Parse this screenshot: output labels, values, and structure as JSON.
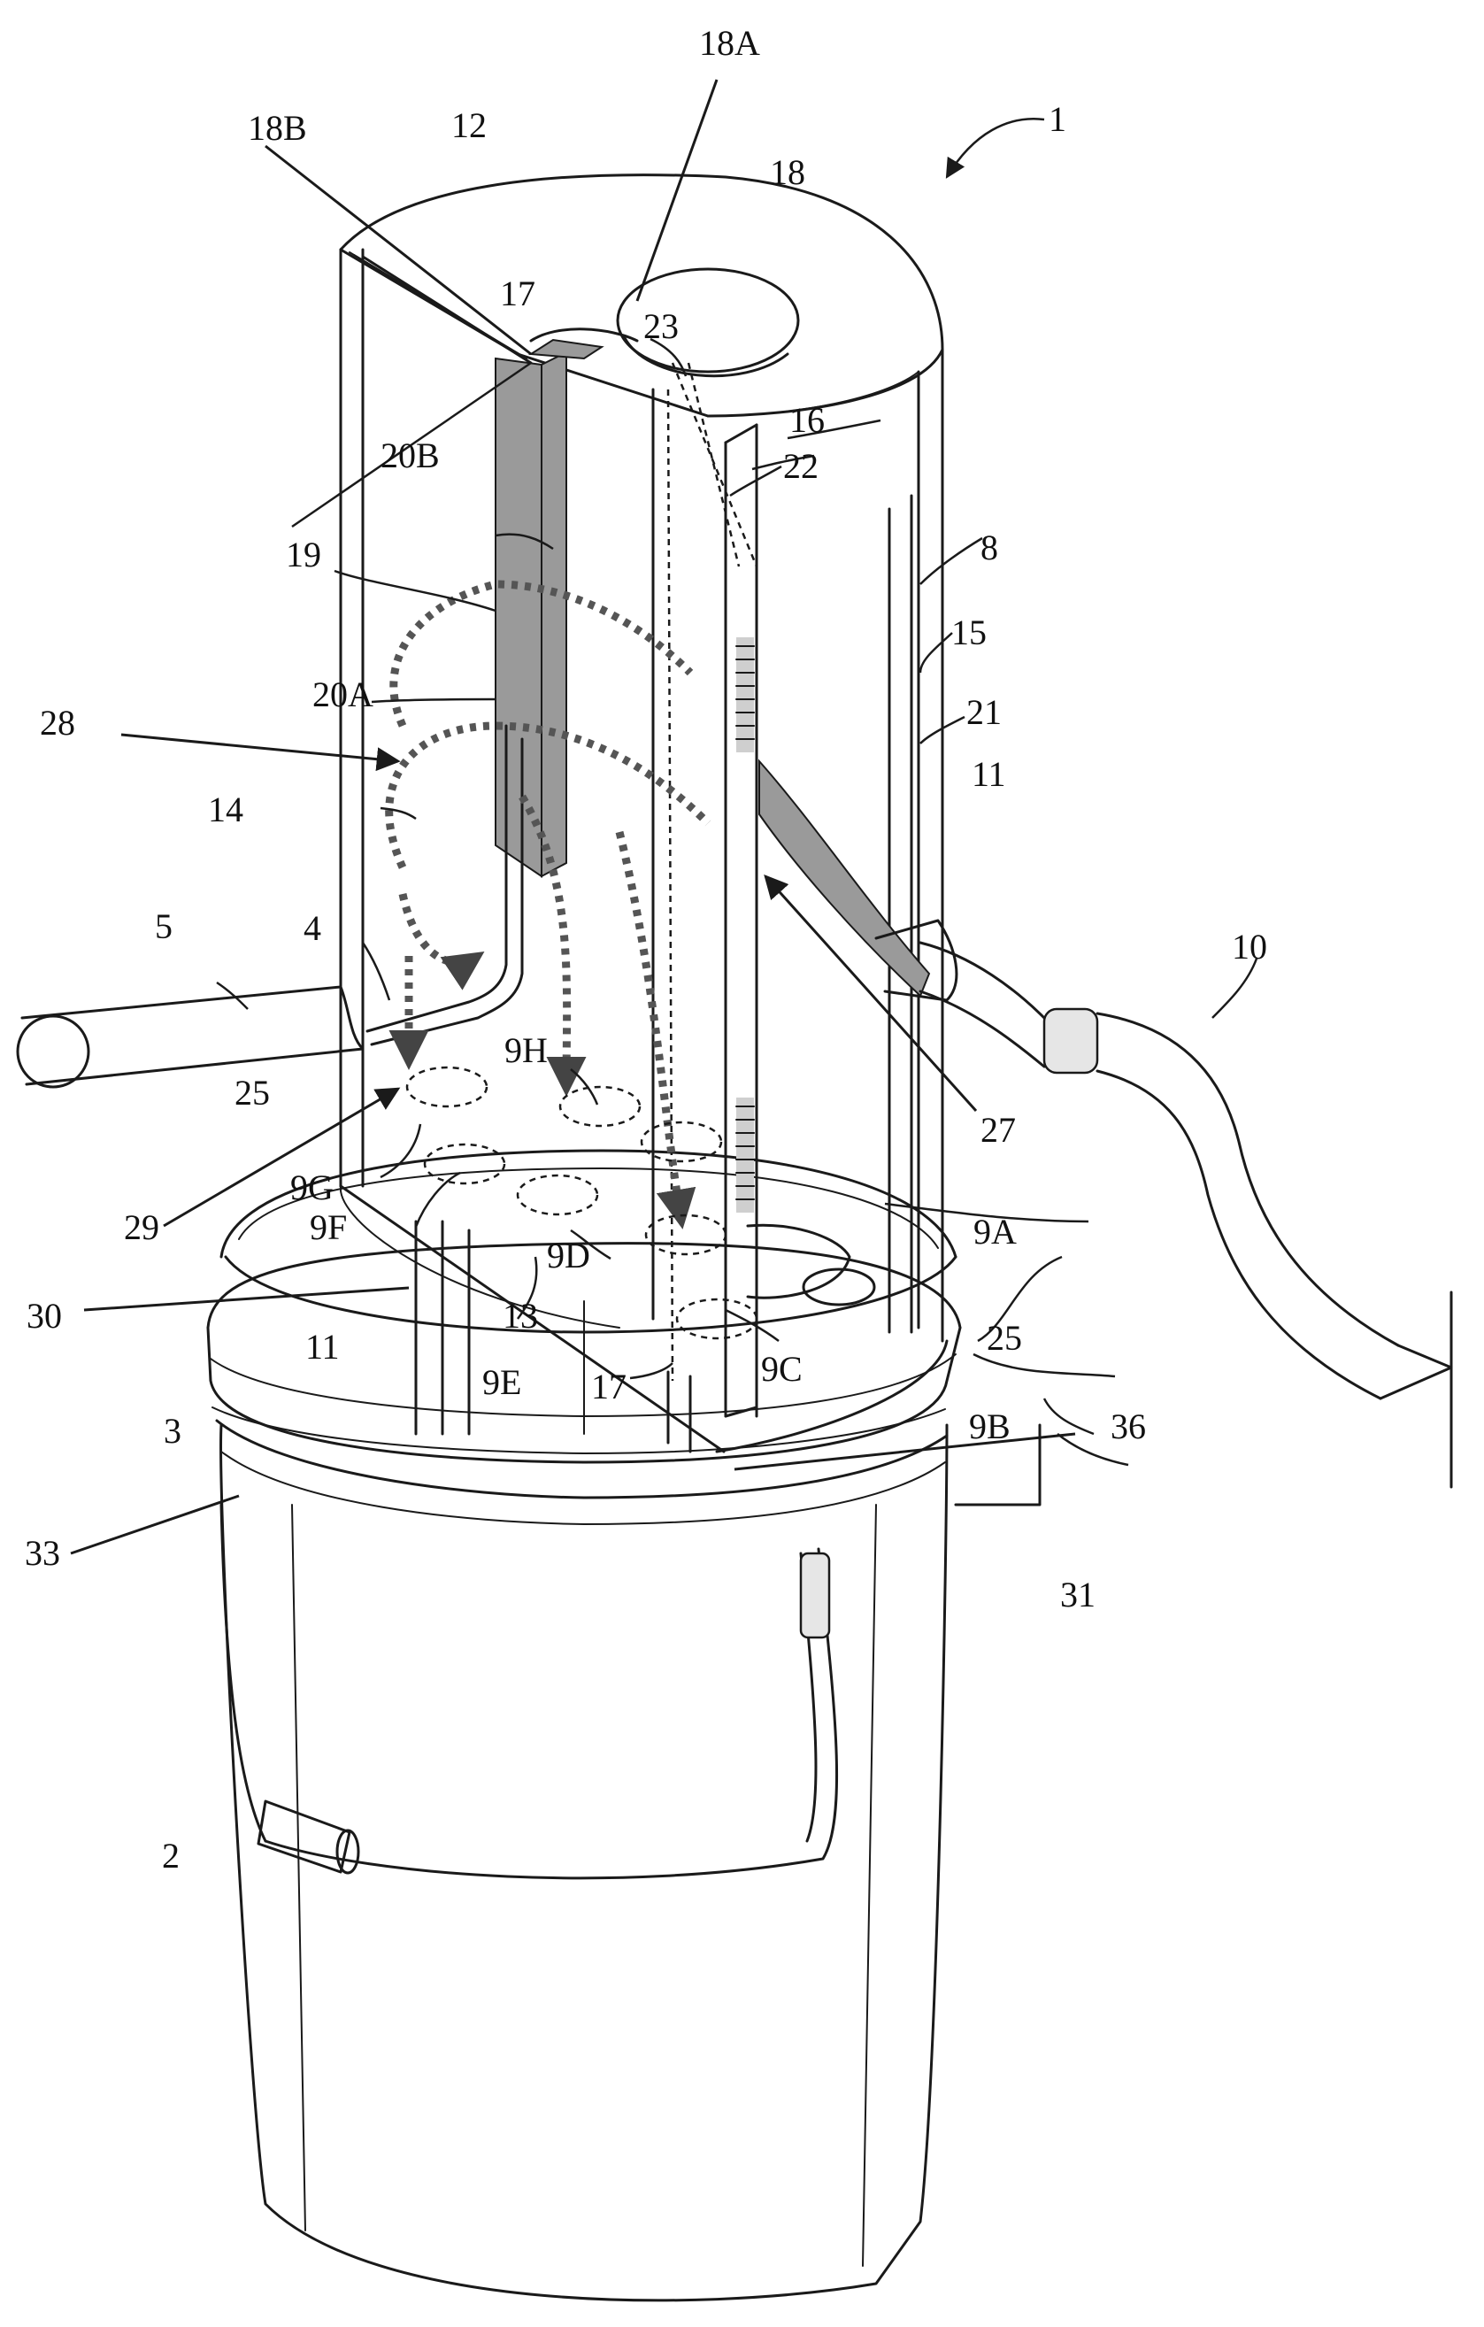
{
  "labels": {
    "l1": "1",
    "l2": "2",
    "l3": "3",
    "l4": "4",
    "l5": "5",
    "l8": "8",
    "l9A": "9A",
    "l9B": "9B",
    "l9C": "9C",
    "l9D": "9D",
    "l9E": "9E",
    "l9F": "9F",
    "l9G": "9G",
    "l9H": "9H",
    "l10": "10",
    "l11a": "11",
    "l11b": "11",
    "l12": "12",
    "l13": "13",
    "l14": "14",
    "l15": "15",
    "l16": "16",
    "l17a": "17",
    "l17b": "17",
    "l18": "18",
    "l18A": "18A",
    "l18B": "18B",
    "l19": "19",
    "l20A": "20A",
    "l20B": "20B",
    "l21": "21",
    "l22": "22",
    "l23": "23",
    "l25a": "25",
    "l25b": "25",
    "l27": "27",
    "l28": "28",
    "l29": "29",
    "l30": "30",
    "l31": "31",
    "l33": "33",
    "l36": "36"
  }
}
